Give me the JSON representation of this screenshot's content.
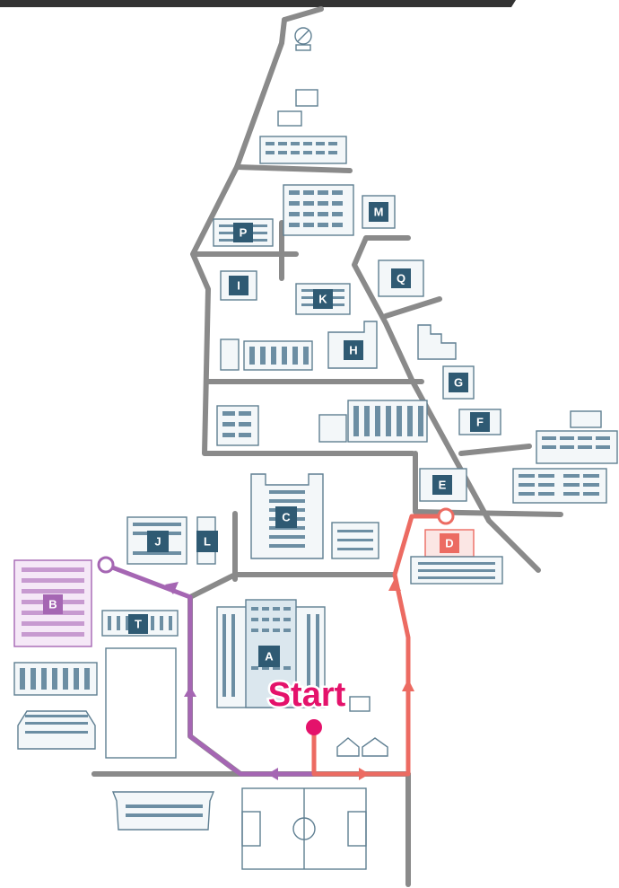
{
  "map": {
    "start_label": "Start",
    "colors": {
      "road": "#8a8a8a",
      "building": "#5f7f92",
      "label_bg": "#2f5a73",
      "label_text": "#ffffff",
      "route_purple": "#a566b3",
      "route_red": "#ec6b62",
      "start_marker": "#e4126b",
      "highlight_purple": "#a566b3",
      "highlight_red": "#ec6b62"
    },
    "buildings": {
      "A": "A",
      "B": "B",
      "C": "C",
      "D": "D",
      "E": "E",
      "F": "F",
      "G": "G",
      "H": "H",
      "I": "I",
      "J": "J",
      "K": "K",
      "L": "L",
      "M": "M",
      "P": "P",
      "Q": "Q",
      "T": "T"
    },
    "routes": [
      {
        "color": "purple",
        "destination": "B"
      },
      {
        "color": "red",
        "destination": "D"
      }
    ]
  }
}
